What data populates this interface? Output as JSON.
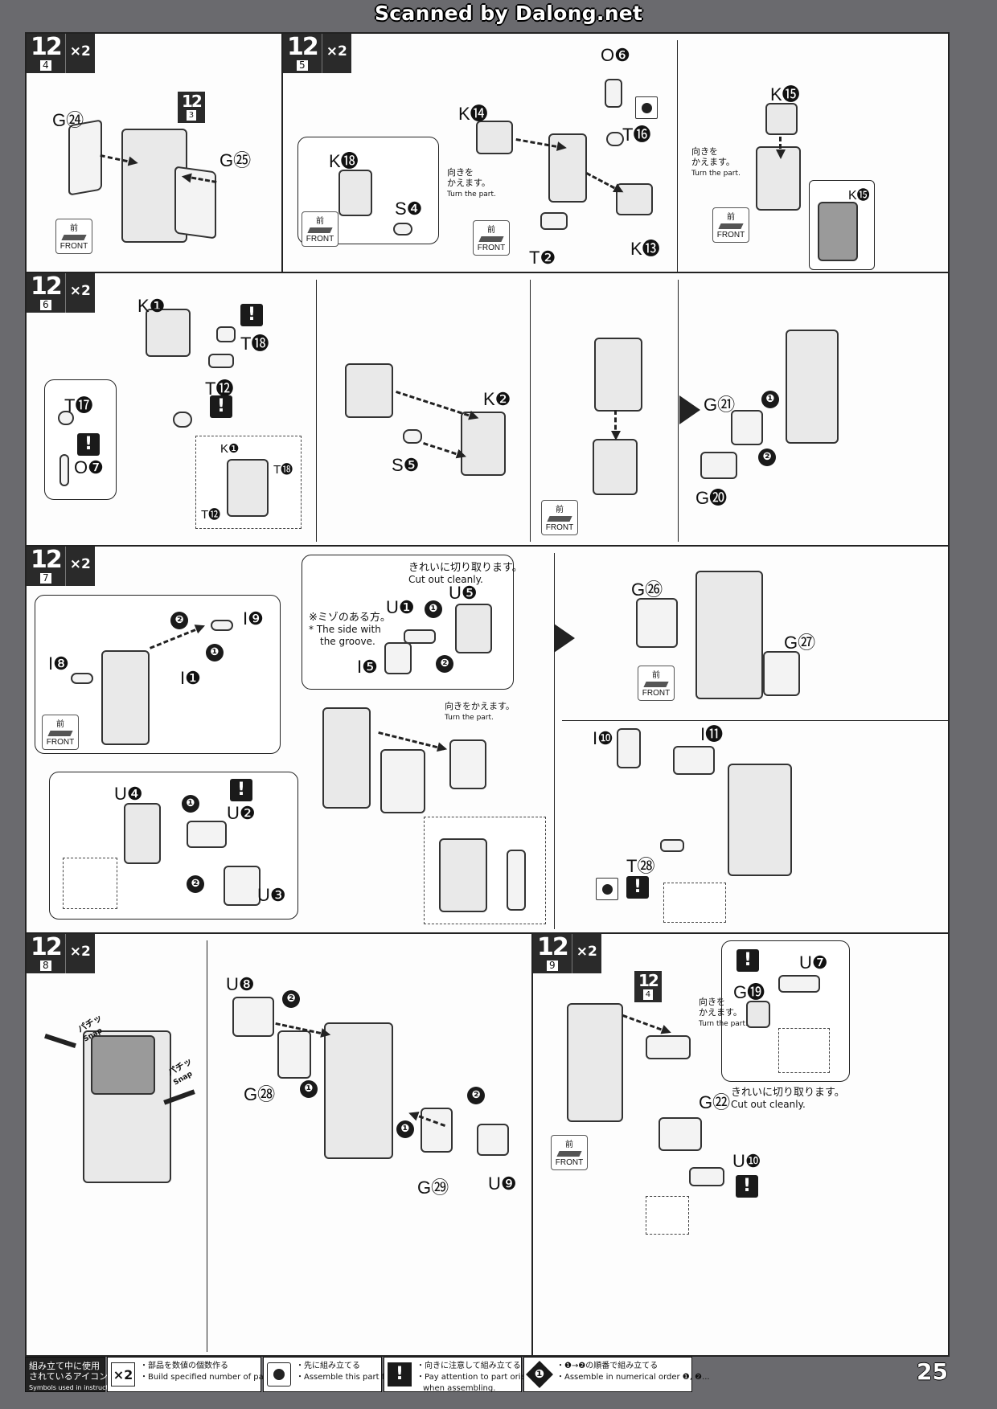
{
  "scan_credit": "Scanned by Dalong.net",
  "page_number": "25",
  "front_label": {
    "kanji": "前",
    "text": "FRONT"
  },
  "notes": {
    "turn_part_jp": "向きを",
    "turn_part_jp2": "かえます。",
    "turn_part_en": "Turn the part.",
    "turn_part_full_jp": "向きをかえます。",
    "cut_cleanly_jp": "きれいに切り取ります。",
    "cut_cleanly_en": "Cut out cleanly.",
    "groove_jp": "※ミゾのある方。",
    "groove_en1": "* The side with",
    "groove_en2": "the groove."
  },
  "steps": [
    {
      "num": "12",
      "sub": "4",
      "mult": "×2"
    },
    {
      "num": "12",
      "sub": "5",
      "mult": "×2"
    },
    {
      "num": "12",
      "sub": "6",
      "mult": "×2"
    },
    {
      "num": "12",
      "sub": "7",
      "mult": "×2"
    },
    {
      "num": "12",
      "sub": "8",
      "mult": "×2"
    },
    {
      "num": "12",
      "sub": "9",
      "mult": "×2"
    }
  ],
  "ref_badges": {
    "s3": {
      "num": "12",
      "sub": "3"
    },
    "s4": {
      "num": "12",
      "sub": "4"
    }
  },
  "labels": {
    "p4": [
      "G㉔",
      "G㉕"
    ],
    "p5": [
      "O❻",
      "K⓮",
      "T⓰",
      "K⓲",
      "S❹",
      "T❷",
      "K⓭",
      "K⓯",
      "K⓯"
    ],
    "p6": [
      "K❶",
      "T⓲",
      "T⓬",
      "T⓱",
      "O❼",
      "K❶",
      "T⓲",
      "T⓬",
      "K❷",
      "S❺",
      "G㉑",
      "G⓴"
    ],
    "p7": [
      "I❾",
      "I❽",
      "I❶",
      "U❶",
      "U❺",
      "I❺",
      "U❹",
      "U❷",
      "U❸",
      "G㉖",
      "G㉗",
      "I❿",
      "I⓫",
      "T㉘"
    ],
    "p8": [
      "U❽",
      "G㉘",
      "G㉙",
      "U❾"
    ],
    "p9": [
      "U❼",
      "G⓳",
      "G㉒",
      "U❿"
    ]
  },
  "snap_text": [
    "パチッ",
    "Snap"
  ],
  "legend": {
    "title_jp1": "組み立て中に使用",
    "title_jp2": "されているアイコン",
    "title_en": "Symbols used in instructions",
    "items": [
      {
        "icon": "×2",
        "jp": "・部品を数値の個数作る",
        "en": "・Build specified number of parts."
      },
      {
        "icon": "mold-circle",
        "jp": "・先に組み立てる",
        "en": "・Assemble this part first."
      },
      {
        "icon": "!",
        "jp": "・向きに注意して組み立てる",
        "en": "・Pay attention to part orientation",
        "en2": "when assembling."
      },
      {
        "icon": "❶",
        "jp": "・❶→❷の順番で組み立てる",
        "en": "・Assemble in numerical order ❶, ❷..."
      }
    ]
  }
}
